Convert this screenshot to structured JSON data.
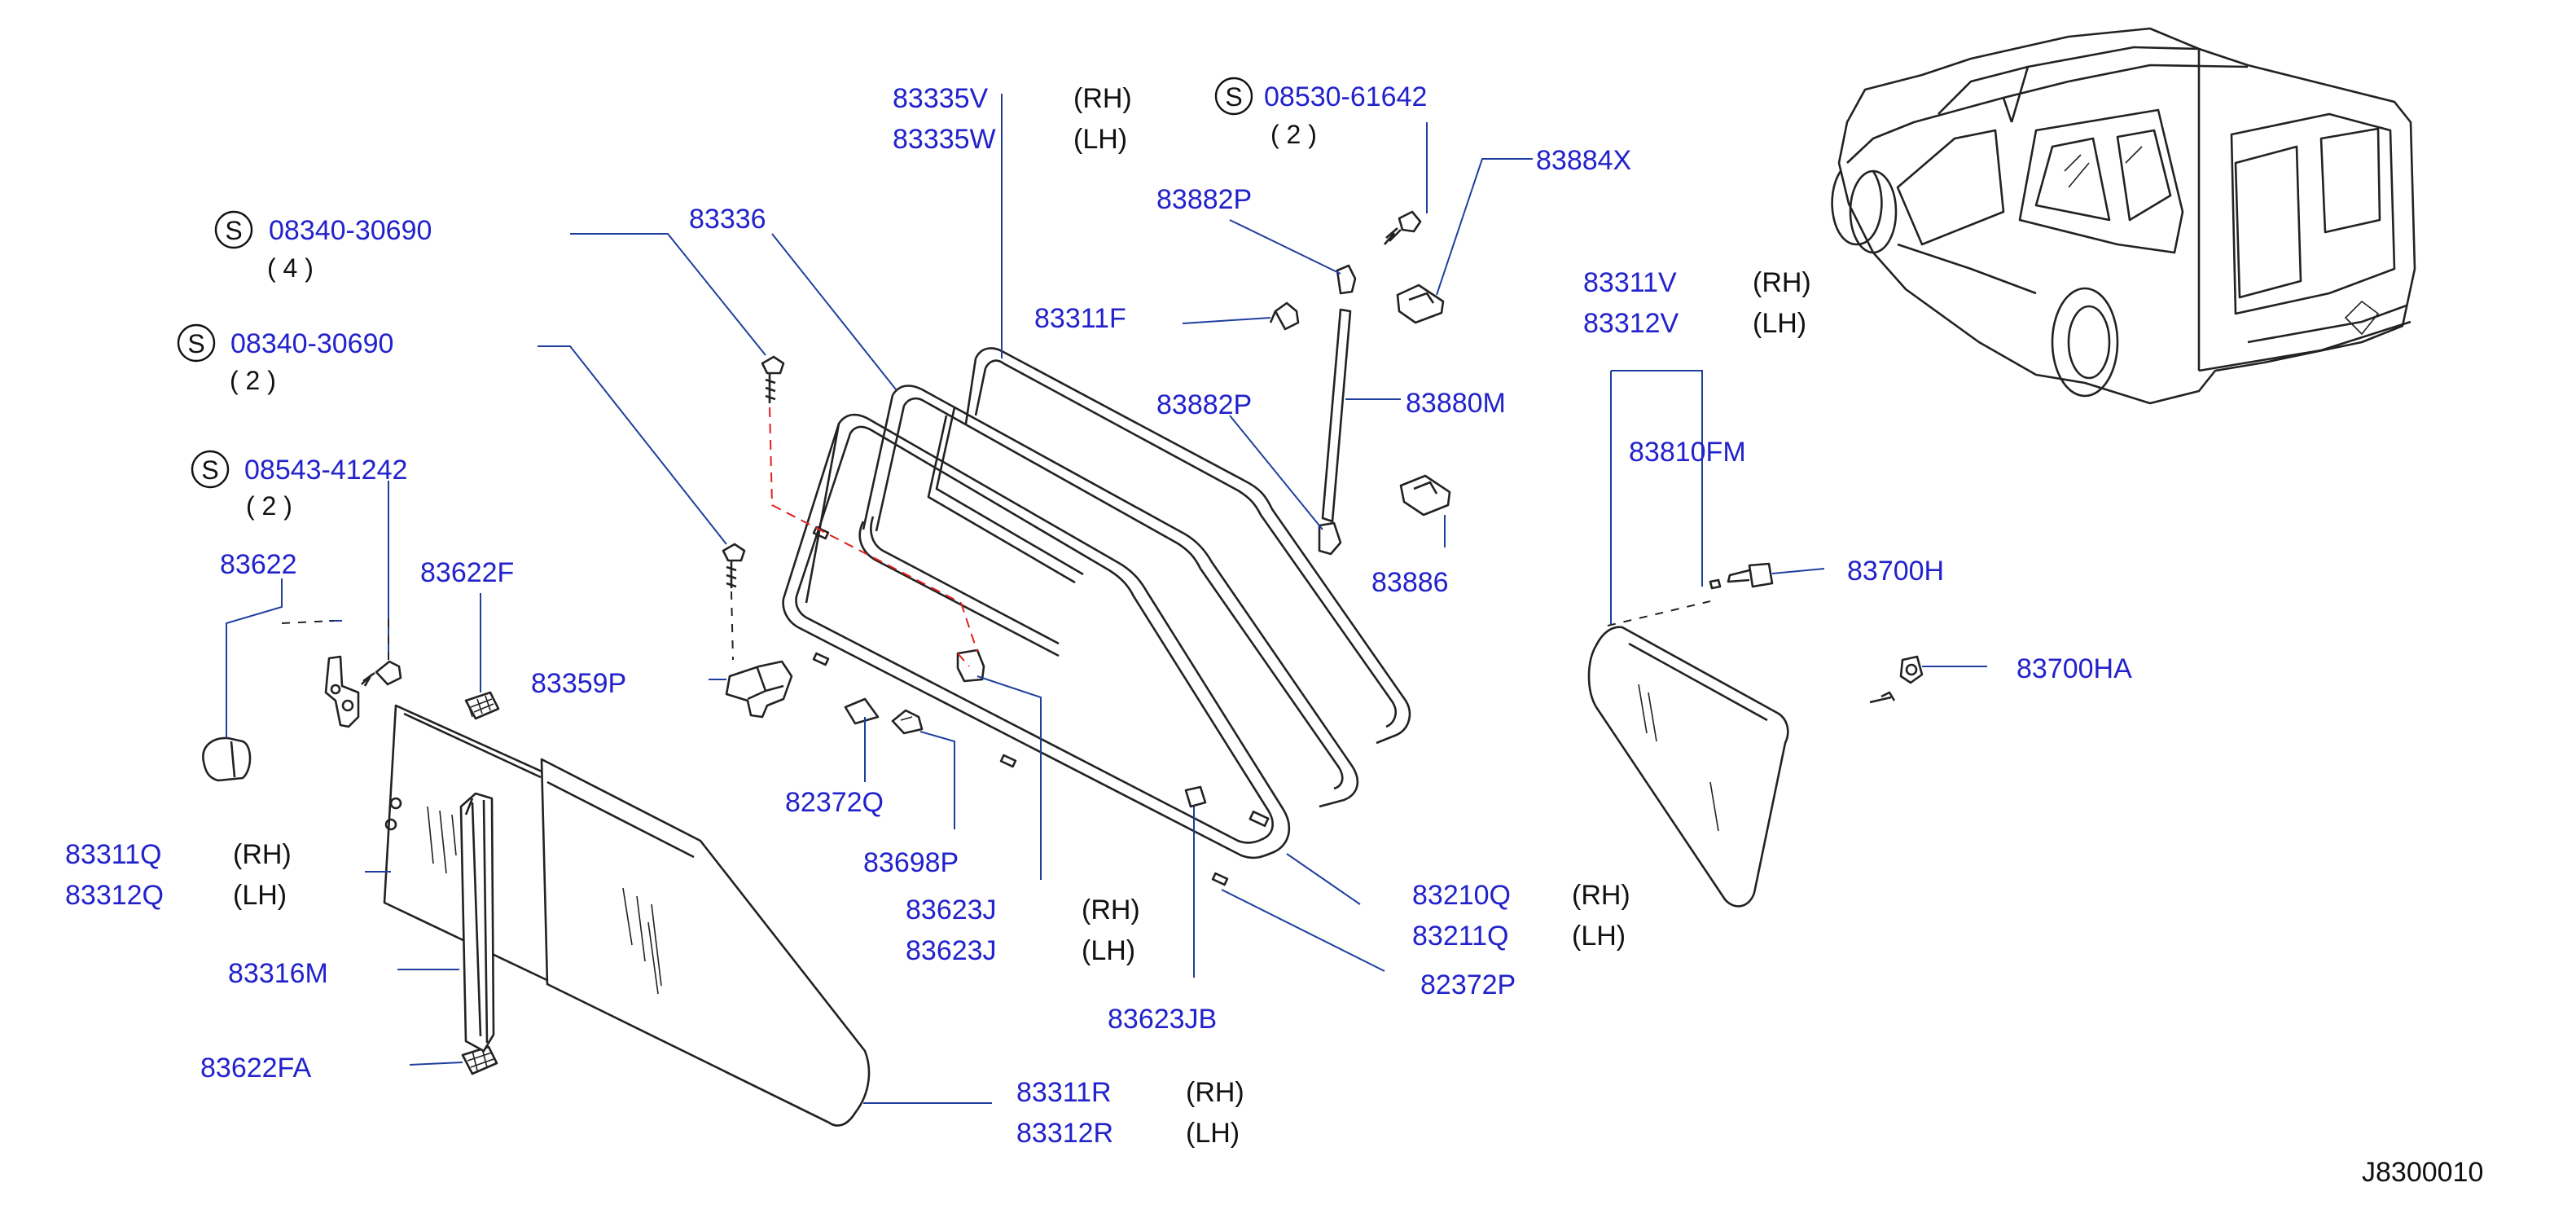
{
  "diagram_code": "J8300010",
  "screw_symbol": "S",
  "parts": {
    "p83335V": "83335V",
    "p83335V_side": "(RH)",
    "p83335W": "83335W",
    "p83335W_side": "(LH)",
    "s08530": "08530-61642",
    "s08530_qty": "( 2 )",
    "p83884X": "83884X",
    "s08340a": "08340-30690",
    "s08340a_qty": "( 4 )",
    "s08340b": "08340-30690",
    "s08340b_qty": "( 2 )",
    "s08543": "08543-41242",
    "s08543_qty": "( 2 )",
    "p83336": "83336",
    "p83882P_a": "83882P",
    "p83311F": "83311F",
    "p83882P_b": "83882P",
    "p83880M": "83880M",
    "p83886": "83886",
    "p83311V": "83311V",
    "p83311V_side": "(RH)",
    "p83312V": "83312V",
    "p83312V_side": "(LH)",
    "p83810FM": "83810FM",
    "p83700H": "83700H",
    "p83700HA": "83700HA",
    "p83622": "83622",
    "p83622F": "83622F",
    "p83359P": "83359P",
    "p82372Q": "82372Q",
    "p83698P": "83698P",
    "p83311Q": "83311Q",
    "p83311Q_side": "(RH)",
    "p83312Q": "83312Q",
    "p83312Q_side": "(LH)",
    "p83316M": "83316M",
    "p83622FA": "83622FA",
    "p83623J_a": "83623J",
    "p83623J_a_side": "(RH)",
    "p83623J_b": "83623J",
    "p83623J_b_side": "(LH)",
    "p83623JB": "83623JB",
    "p83210Q": "83210Q",
    "p83210Q_side": "(RH)",
    "p83211Q": "83211Q",
    "p83211Q_side": "(LH)",
    "p82372P": "82372P",
    "p83311R": "83311R",
    "p83311R_side": "(RH)",
    "p83312R": "83312R",
    "p83312R_side": "(LH)"
  }
}
